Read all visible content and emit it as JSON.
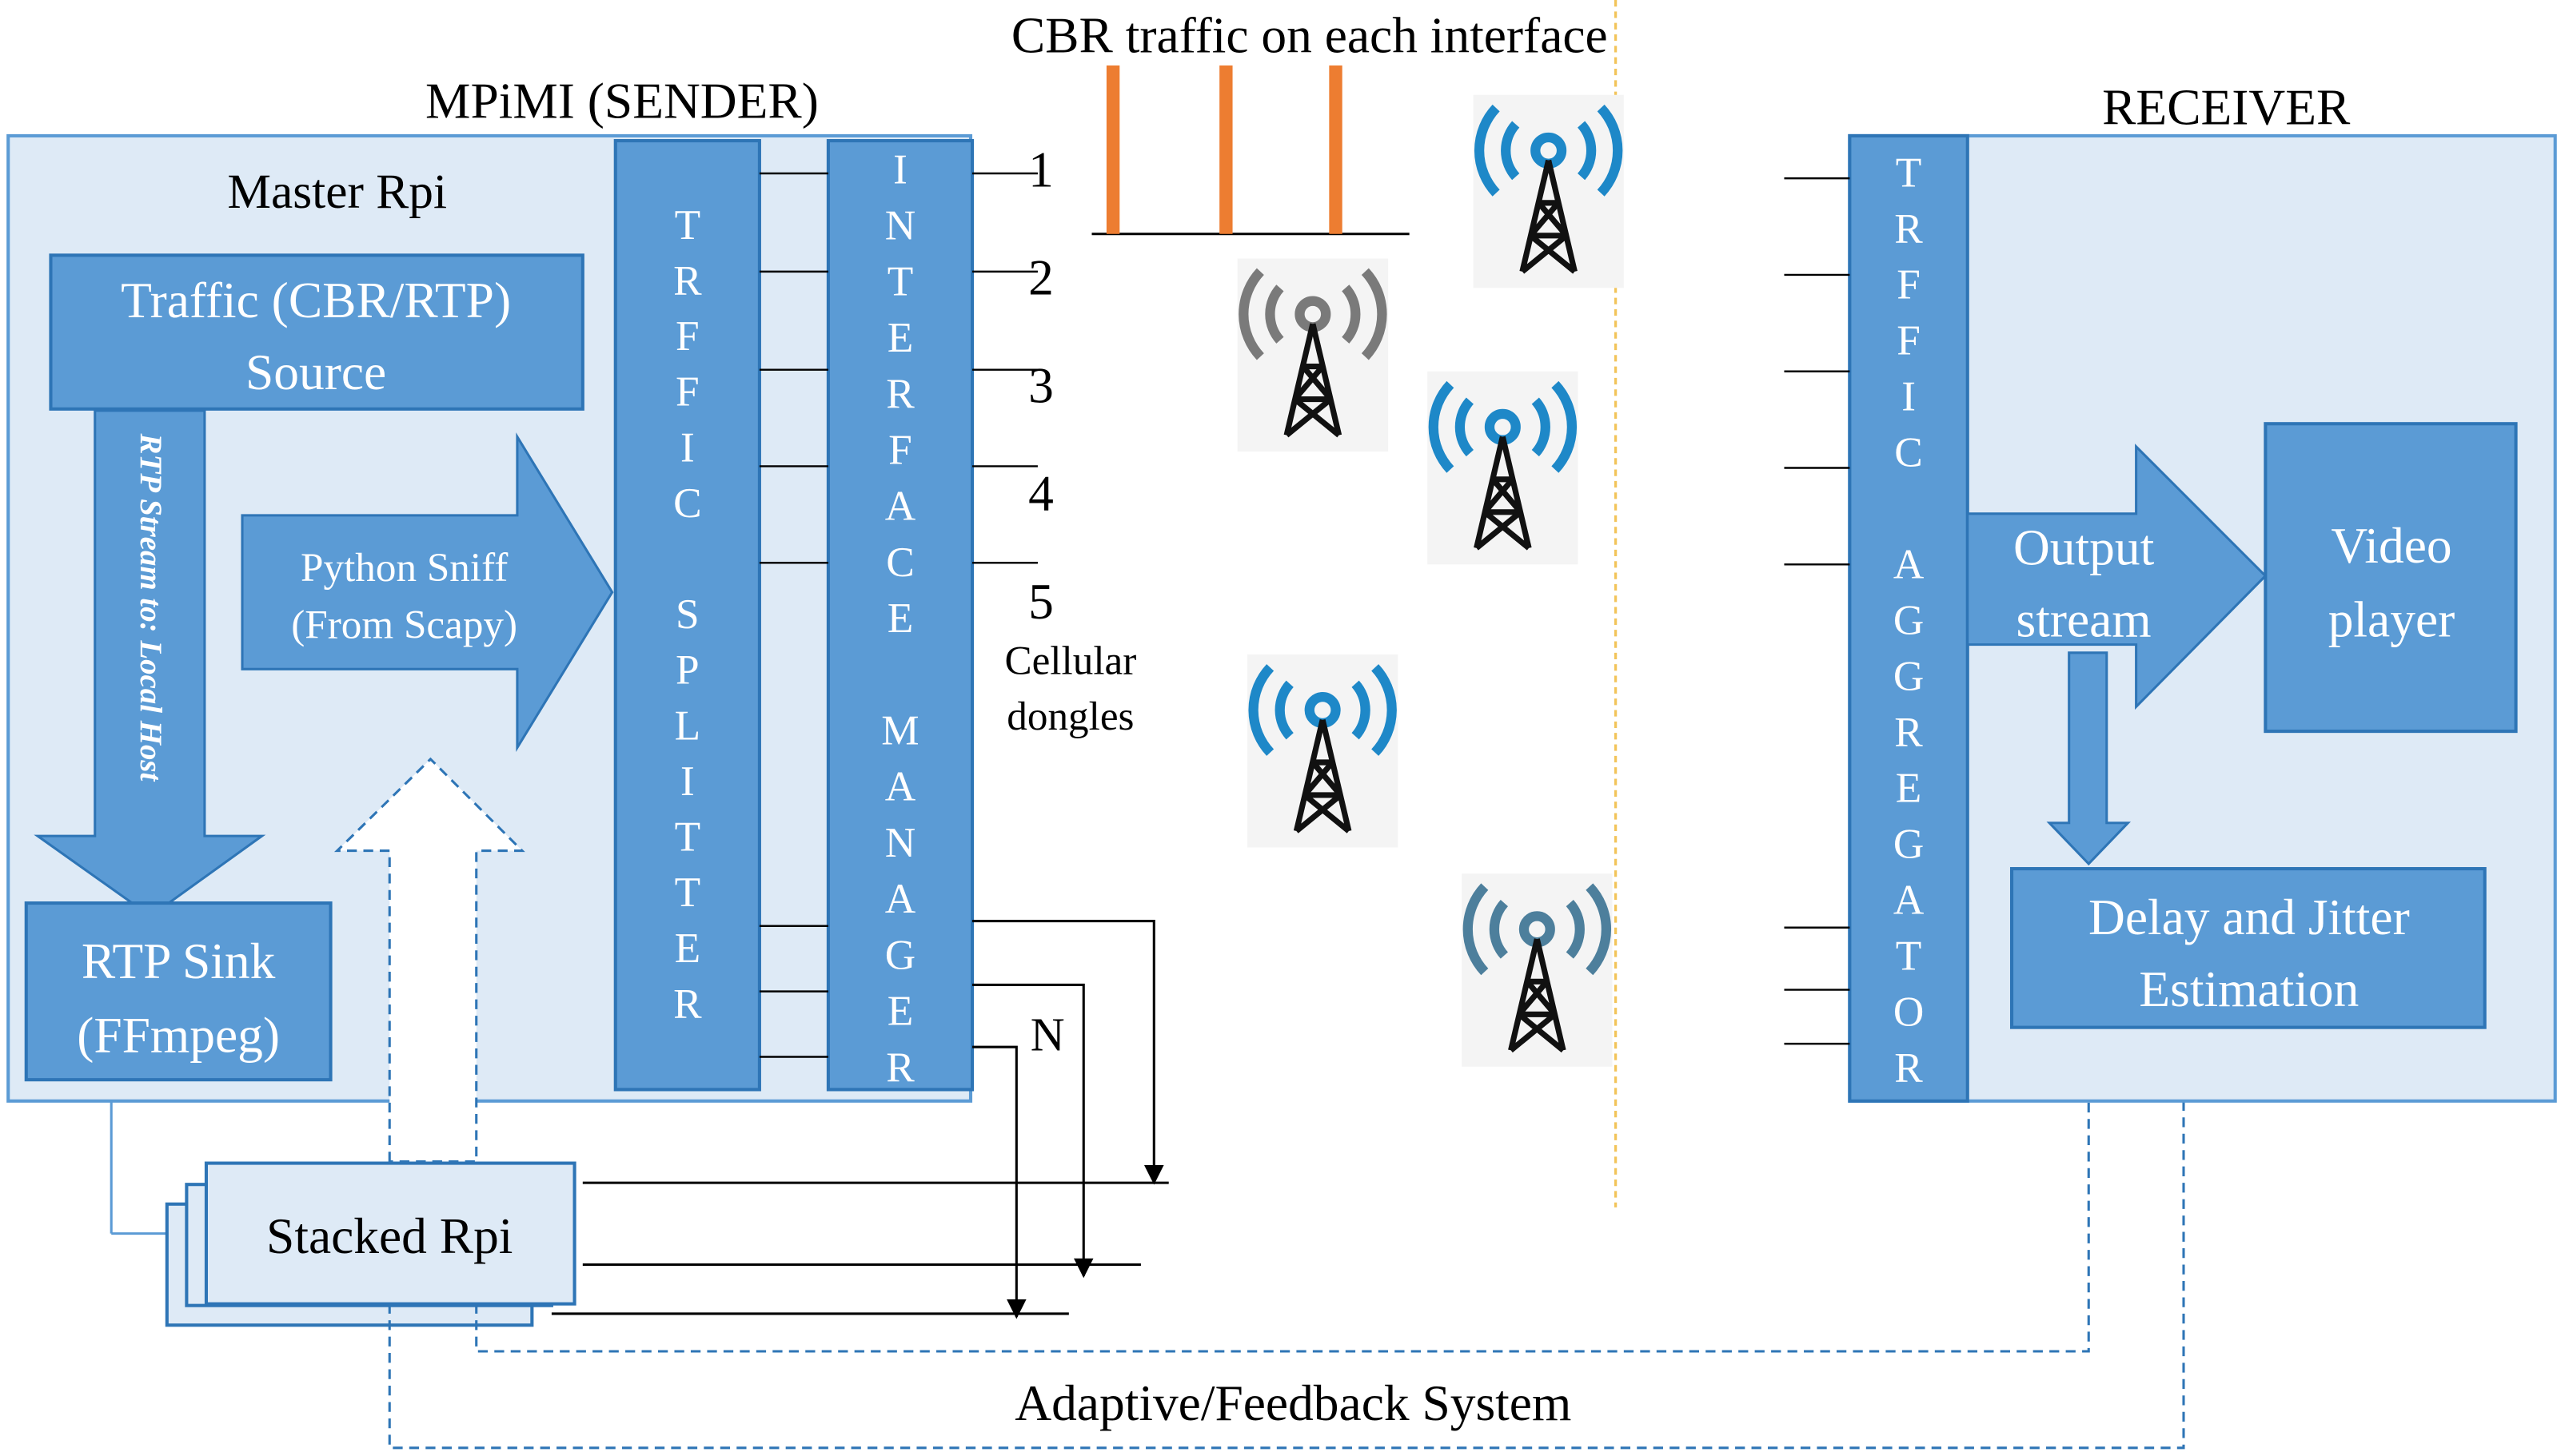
{
  "title": "CBR traffic on each interface",
  "sender": {
    "title": "MPiMI (SENDER)",
    "master_label": "Master Rpi",
    "source_line1": "Traffic (CBR/RTP)",
    "source_line2": "Source",
    "stream_label_a": "RTP Stream to: ",
    "stream_label_b": "Local Host",
    "sniff_line1": "Python Sniff",
    "sniff_line2": "(From Scapy)",
    "sink_line1": "RTP Sink",
    "sink_line2": "(FFmpeg)",
    "splitter_text": "TRFFIC SPLITTER",
    "manager_text": "INTERFACE MANAGER",
    "stacked_label": "Stacked Rpi"
  },
  "interfaces": {
    "labels": [
      "1",
      "2",
      "3",
      "4",
      "5"
    ],
    "n_label": "N",
    "dongles_line1": "Cellular",
    "dongles_line2": "dongles"
  },
  "receiver": {
    "title": "RECEIVER",
    "aggregator_text": "TRFFIC AGGREGATOR",
    "output_line1": "Output",
    "output_line2": "stream",
    "player_line1": "Video",
    "player_line2": "player",
    "delay_line1": "Delay and Jitter",
    "delay_line2": "Estimation"
  },
  "feedback_label": "Adaptive/Feedback System",
  "towers": [
    {
      "id": "tower-1",
      "color": "#1e88c8"
    },
    {
      "id": "tower-2",
      "color": "#7a7a7a"
    },
    {
      "id": "tower-3",
      "color": "#1e88c8"
    },
    {
      "id": "tower-4",
      "color": "#1e88c8"
    },
    {
      "id": "tower-5",
      "color": "#4d7f9c"
    }
  ],
  "colors": {
    "block_fill": "#5b9bd5",
    "block_stroke": "#2e75b6",
    "panel_fill": "#deeaf6",
    "panel_stroke": "#5b9bd5",
    "cbr_bar": "#ed7d31",
    "separator": "#f2c45a"
  }
}
